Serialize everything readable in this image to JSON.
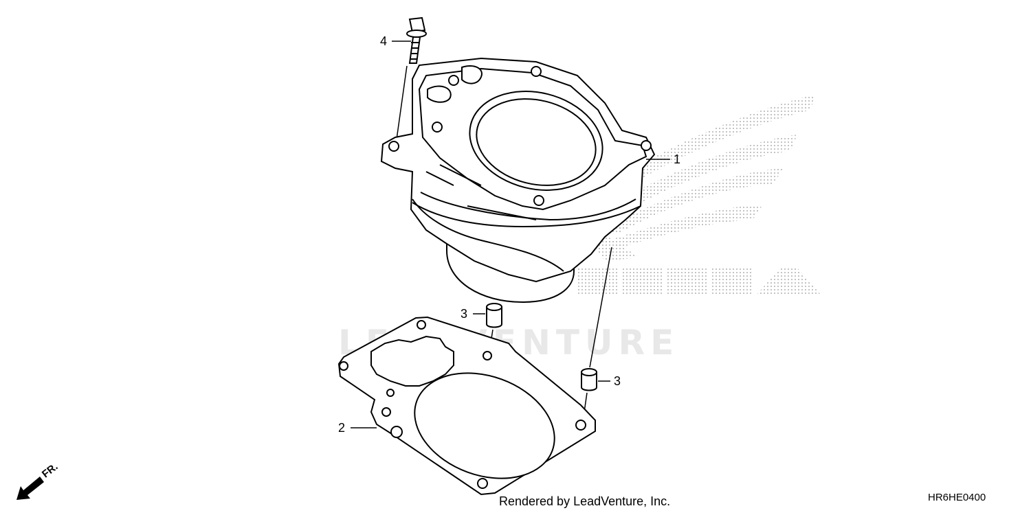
{
  "watermark": {
    "brand_logo": "honda-wing-logo",
    "brand_text": "HONDA",
    "leadventure_text": "LEADVENTURE"
  },
  "parts": [
    {
      "callout": "1",
      "name": "cylinder"
    },
    {
      "callout": "2",
      "name": "gasket"
    },
    {
      "callout": "3",
      "name": "dowel-pin"
    },
    {
      "callout": "3",
      "name": "dowel-pin"
    },
    {
      "callout": "4",
      "name": "flange-bolt"
    }
  ],
  "front_indicator": {
    "label": "FR.",
    "icon": "arrow-down-left-icon"
  },
  "footer": {
    "credit": "Rendered by LeadVenture, Inc.",
    "code": "HR6HE0400"
  },
  "colors": {
    "line": "#000000",
    "watermark": "#d9d9d9"
  }
}
